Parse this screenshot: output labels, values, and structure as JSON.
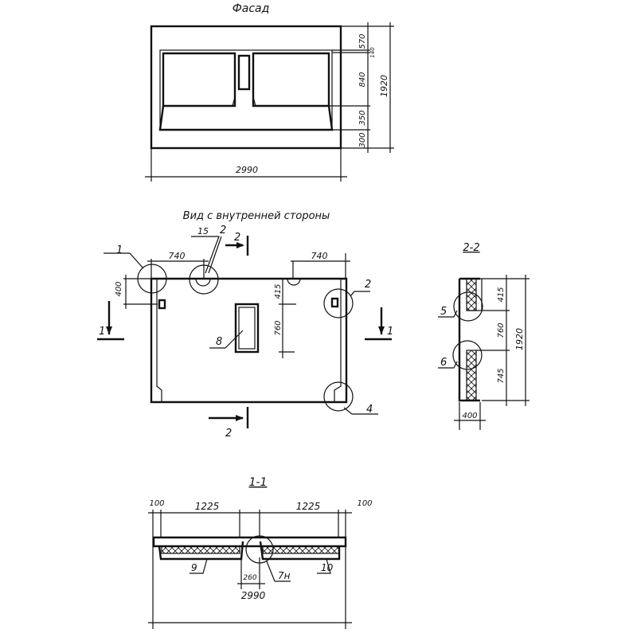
{
  "facade": {
    "title": "Фасад",
    "dims": {
      "top": "570",
      "small": "140",
      "window": "840",
      "sill": "350",
      "bottom": "300",
      "height": "1920",
      "width": "2990"
    }
  },
  "inner_view": {
    "title": "Вид с внутренней стороны",
    "dims": {
      "left_offset": "740",
      "right_offset": "740",
      "small": "15",
      "left_height": "400",
      "window_top": "415",
      "window_height": "760"
    },
    "callouts": {
      "c1": "1",
      "c2_top": "2",
      "c2_right": "2",
      "c4": "4",
      "c8": "8"
    },
    "section_marks": {
      "s1_left": "1",
      "s1_right": "1",
      "s2_top": "2",
      "s2_bottom": "2"
    }
  },
  "section_2_2": {
    "title": "2-2",
    "dims": {
      "top": "415",
      "mid": "760",
      "bottom": "745",
      "total": "1920",
      "thickness": "400"
    },
    "callouts": {
      "c5": "5",
      "c6": "6"
    }
  },
  "section_1_1": {
    "title": "1-1",
    "dims": {
      "left_edge": "100",
      "left_span": "1225",
      "right_span": "1225",
      "right_edge": "100",
      "gap": "260",
      "total": "2990"
    },
    "callouts": {
      "c9": "9",
      "c7": "7н",
      "c10": "10"
    }
  }
}
